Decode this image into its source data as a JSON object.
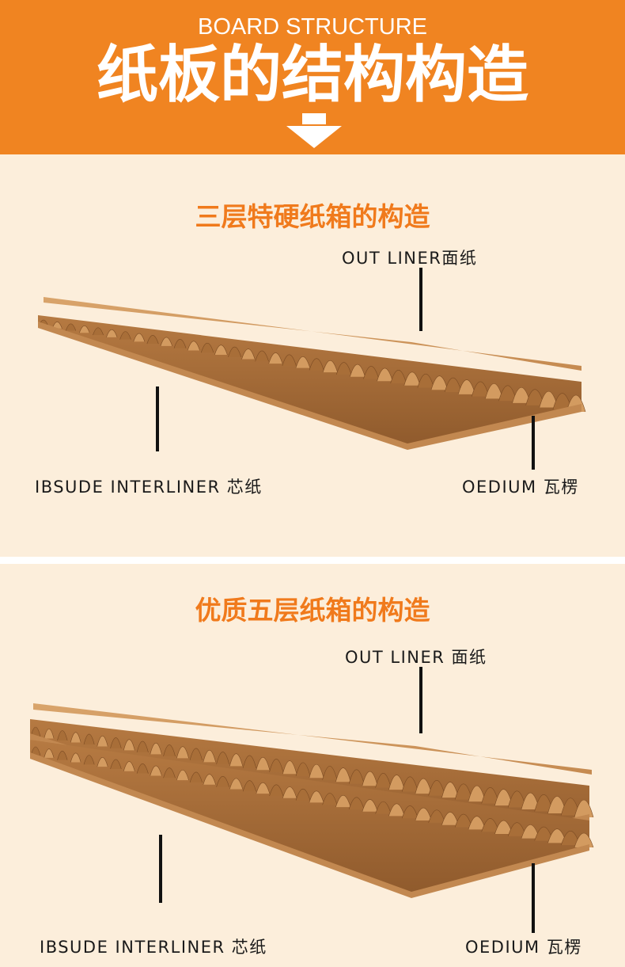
{
  "header": {
    "english_title": "BOARD STRUCTURE",
    "chinese_title": "纸板的结构构造",
    "arrow_icon": "down-arrow-icon"
  },
  "sections": [
    {
      "title": "三层特硬纸箱的构造",
      "labels": {
        "outer": "OUT LINER面纸",
        "inner": "IBSUDE INTERLINER 芯纸",
        "medium": "OEDIUM  瓦楞"
      },
      "layers": 3
    },
    {
      "title": "优质五层纸箱的构造",
      "labels": {
        "outer": "OUT LINER 面纸",
        "inner": "IBSUDE INTERLINER 芯纸",
        "medium": "OEDIUM  瓦楞"
      },
      "layers": 5
    }
  ],
  "colors": {
    "header_bg": "#f08421",
    "panel_bg": "#fceedb",
    "title_orange": "#f07a1c",
    "kraft": "#c98d55"
  }
}
